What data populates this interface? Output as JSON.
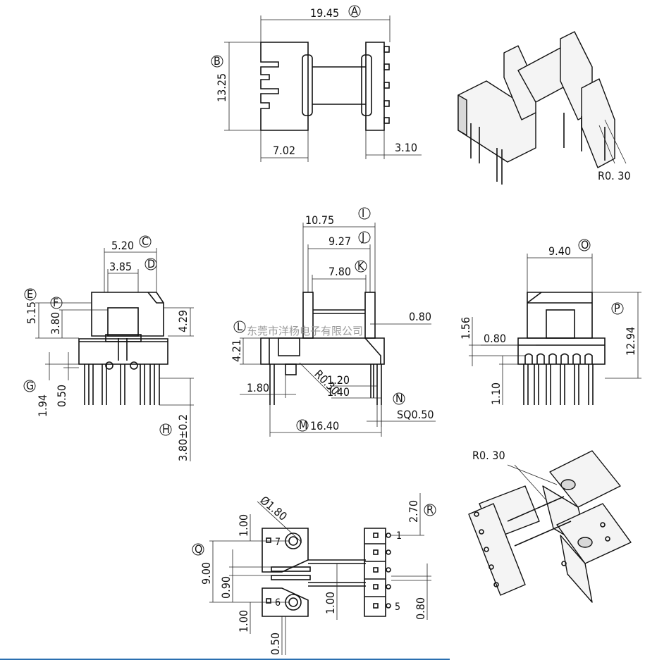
{
  "top_view": {
    "width_dim": "19.45",
    "width_ref": "A",
    "height_dim": "13.25",
    "height_ref": "B",
    "left_dim": "7.02",
    "right_dim": "3.10"
  },
  "iso_top": {
    "radius_note": "R0. 30"
  },
  "side_view": {
    "dim_c": "5.20",
    "ref_c": "C",
    "dim_d": "3.85",
    "ref_d": "D",
    "ref_e": "E",
    "dim_e": "5.15",
    "ref_f": "F",
    "dim_f": "3.80",
    "dim_right": "4.29",
    "ref_g": "G",
    "dim_g1": "1.94",
    "dim_g2": "0.50",
    "ref_h": "H",
    "dim_h": "3.80±0.2"
  },
  "front_view": {
    "dim_i": "10.75",
    "ref_i": "I",
    "dim_j": "9.27",
    "ref_j": "J",
    "dim_k": "7.80",
    "ref_k": "K",
    "dim_gap": "0.80",
    "ref_l": "L",
    "dim_l": "4.21",
    "dim_r": "R0.30",
    "dim_120": "1.20",
    "dim_140": "1.40",
    "dim_180": "1.80",
    "ref_m": "M",
    "dim_m": "16.40",
    "ref_n": "N",
    "dim_n": "SQ0.50",
    "watermark": "东莞市洋杨电子有限公司"
  },
  "end_view": {
    "dim_o": "9.40",
    "ref_o": "O",
    "ref_p": "P",
    "dim_p": "12.94",
    "dim_156": "1.56",
    "dim_080": "0.80",
    "dim_110": "1.10"
  },
  "bottom_view": {
    "dim_hole": "Ø1.80",
    "ref_q": "Q",
    "dim_q": "9.00",
    "dim_100a": "1.00",
    "dim_090": "0.90",
    "dim_100b": "1.00",
    "dim_100c": "1.00",
    "dim_050": "0.50",
    "ref_r": "R",
    "dim_270": "2.70",
    "dim_080": "0.80",
    "pin_1": "1",
    "pin_5": "5",
    "pin_6": "6",
    "pin_7": "7"
  },
  "iso_bottom": {
    "radius_note": "R0. 30"
  }
}
